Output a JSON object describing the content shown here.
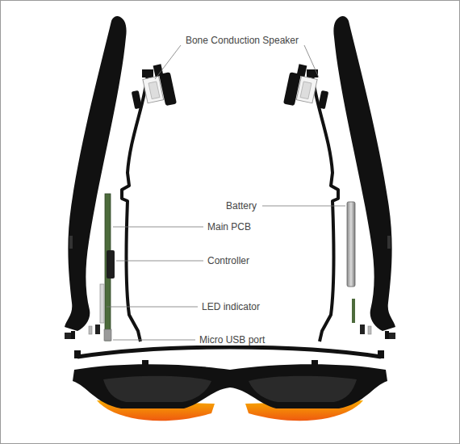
{
  "diagram": {
    "labels": [
      "Bone Conduction Speaker",
      "Battery",
      "Main PCB",
      "Controller",
      "LED indicator",
      "Micro USB port"
    ]
  }
}
